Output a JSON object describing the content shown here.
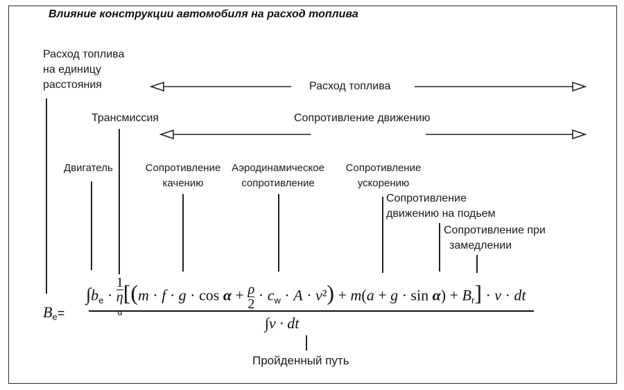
{
  "title": "Влияние конструкции автомобиля на расход топлива",
  "labels": {
    "fuel_per_distance": [
      "Расход топлива",
      "на единицу",
      "расстояния"
    ],
    "fuel_consumption": "Расход топлива",
    "transmission": "Трансмиссия",
    "motion_resistance": "Сопротивление движению",
    "engine": "Двигатель",
    "rolling_resistance": [
      "Сопротивление",
      "качению"
    ],
    "aero_resistance": [
      "Аэродинамическое",
      "сопротивление"
    ],
    "acceleration_resistance": [
      "Сопротивление",
      "ускорению"
    ],
    "climbing_resistance": [
      "Сопротивление",
      "движению на подьем"
    ],
    "braking_resistance": [
      "Сопротивление при",
      "замедлении"
    ],
    "distance_travelled": "Пройденный путь"
  },
  "formula": {
    "lhs": "B",
    "lhs_sub": "e",
    "equals": "=",
    "denominator": "∫v · dt"
  }
}
